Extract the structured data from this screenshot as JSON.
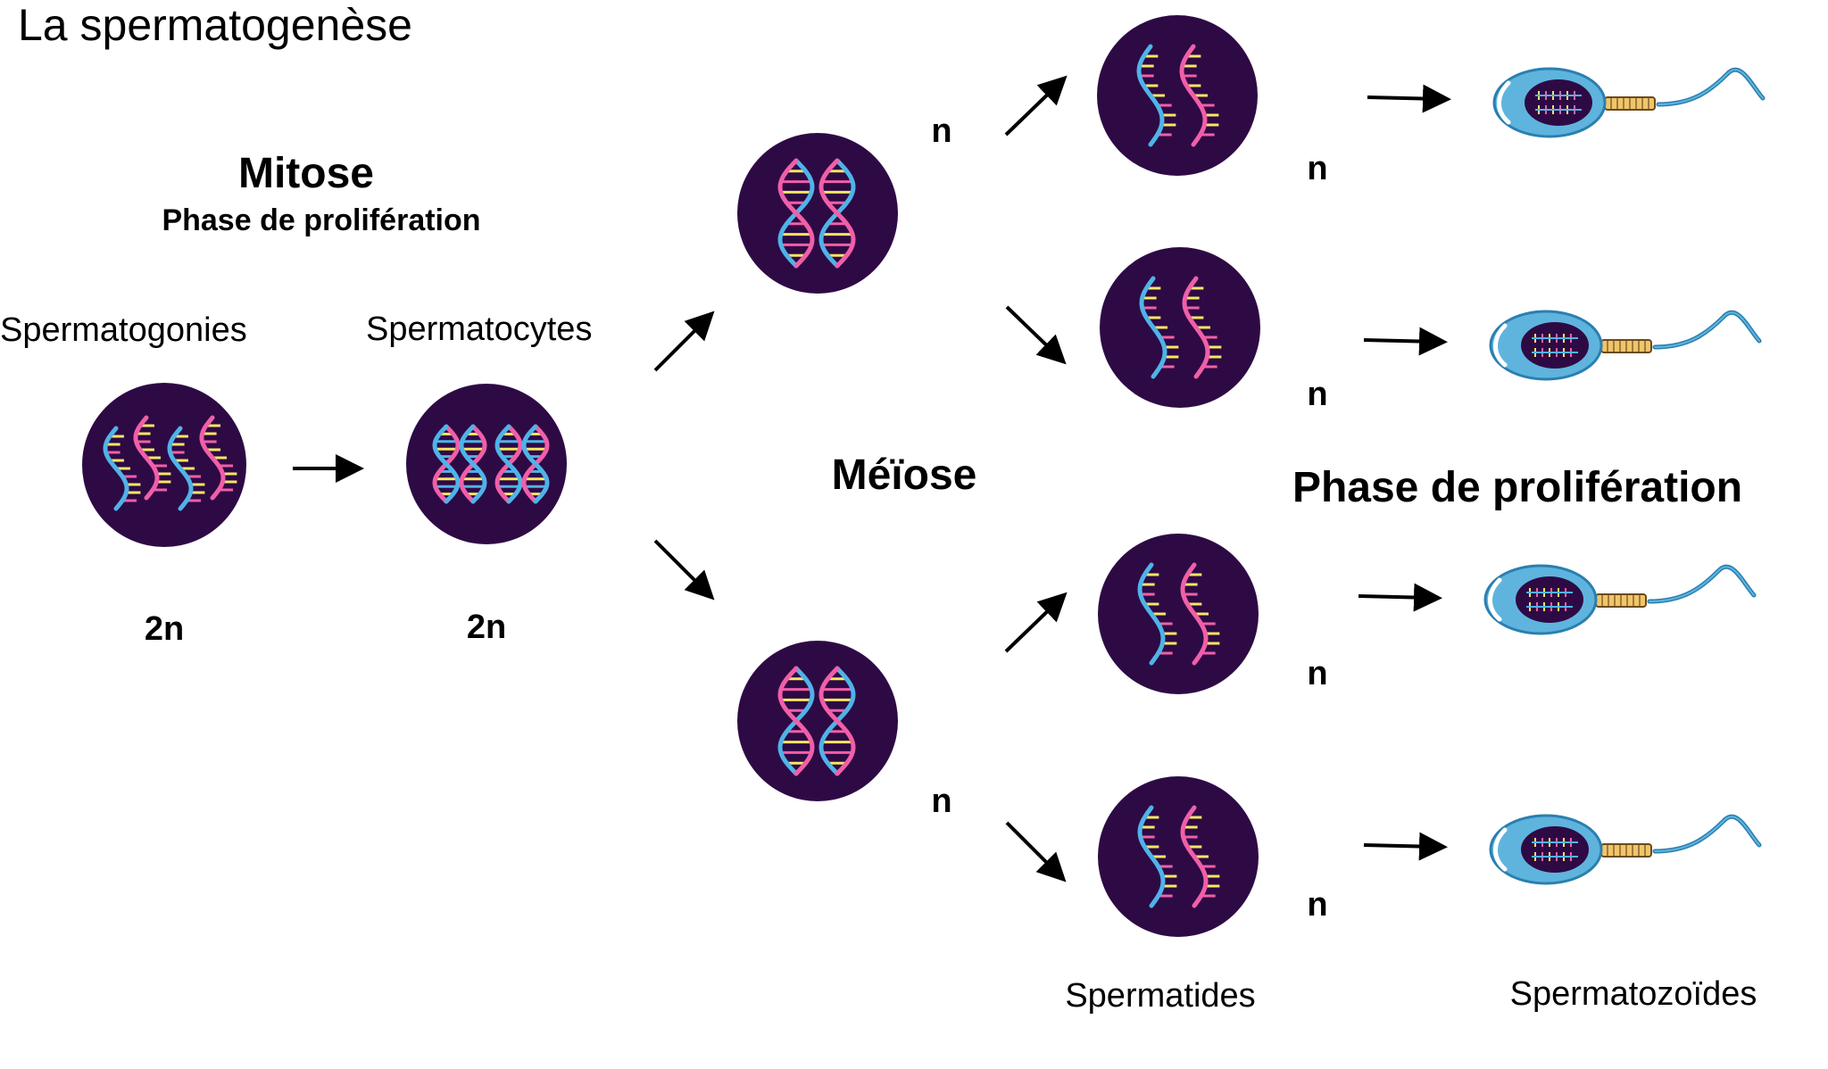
{
  "title": "La spermatogenèse",
  "mitose": {
    "heading": "Mitose",
    "subheading": "Phase de prolifération"
  },
  "meiose": {
    "heading": "Méïose"
  },
  "maturation": {
    "heading": "Phase de prolifération"
  },
  "stages": {
    "spermatogonies": "Spermatogonies",
    "spermatocytes": "Spermatocytes",
    "spermatides": "Spermatides",
    "spermatozoides": "Spermatozoïdes"
  },
  "ploidy": {
    "spermatogonies": "2n",
    "spermatocytes": "2n",
    "meiosis_top": "n",
    "meiosis_bottom": "n",
    "spermatide_1": "n",
    "spermatide_2": "n",
    "spermatide_3": "n",
    "spermatide_4": "n"
  },
  "colors": {
    "nucleus": "#2e0a45",
    "dna_blue": "#4fb3e8",
    "dna_pink": "#f05fa8",
    "dna_yellow": "#f5e663",
    "sperm_body": "#5fb4de",
    "sperm_outline": "#2a7fb0",
    "midpiece": "#f0c56a",
    "arrow": "#000000"
  },
  "icons": {
    "cell": "cell-nucleus-icon",
    "dna": "dna-helix-icon",
    "sperm": "sperm-cell-icon",
    "arrow": "arrow-icon"
  }
}
